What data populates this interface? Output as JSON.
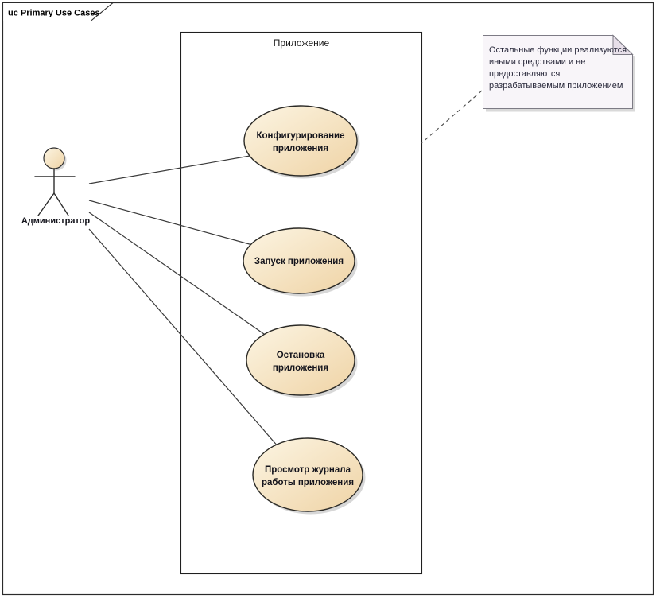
{
  "diagram": {
    "frame_label": "uc Primary Use Cases",
    "boundary_label": "Приложение",
    "actor": {
      "label": "Администратор"
    },
    "usecases": [
      {
        "id": "configure-application",
        "lines": [
          "Конфигурирование",
          "приложения"
        ]
      },
      {
        "id": "start-application",
        "lines": [
          "Запуск приложения"
        ]
      },
      {
        "id": "stop-application",
        "lines": [
          "Остановка",
          "приложения"
        ]
      },
      {
        "id": "view-application-log",
        "lines": [
          "Просмотр журнала",
          "работы приложения"
        ]
      }
    ],
    "note": {
      "lines": [
        "Остальные функции реализуются",
        "иными средствами и не",
        "предоставляются",
        "разрабатываемым приложением"
      ]
    }
  },
  "colors": {
    "usecase_fill_top": "#FCF5E3",
    "usecase_fill_bottom": "#EFD3A5",
    "usecase_stroke": "#2B2A26",
    "note_fill": "#F8F5F9",
    "note_fold_fill": "#E7DFE9",
    "note_text": "#2A2A3C",
    "shape_text": "#14141C",
    "frame_text": "#000000",
    "boundary_text": "#1A1A1A",
    "connector": "#3A3A3A"
  }
}
